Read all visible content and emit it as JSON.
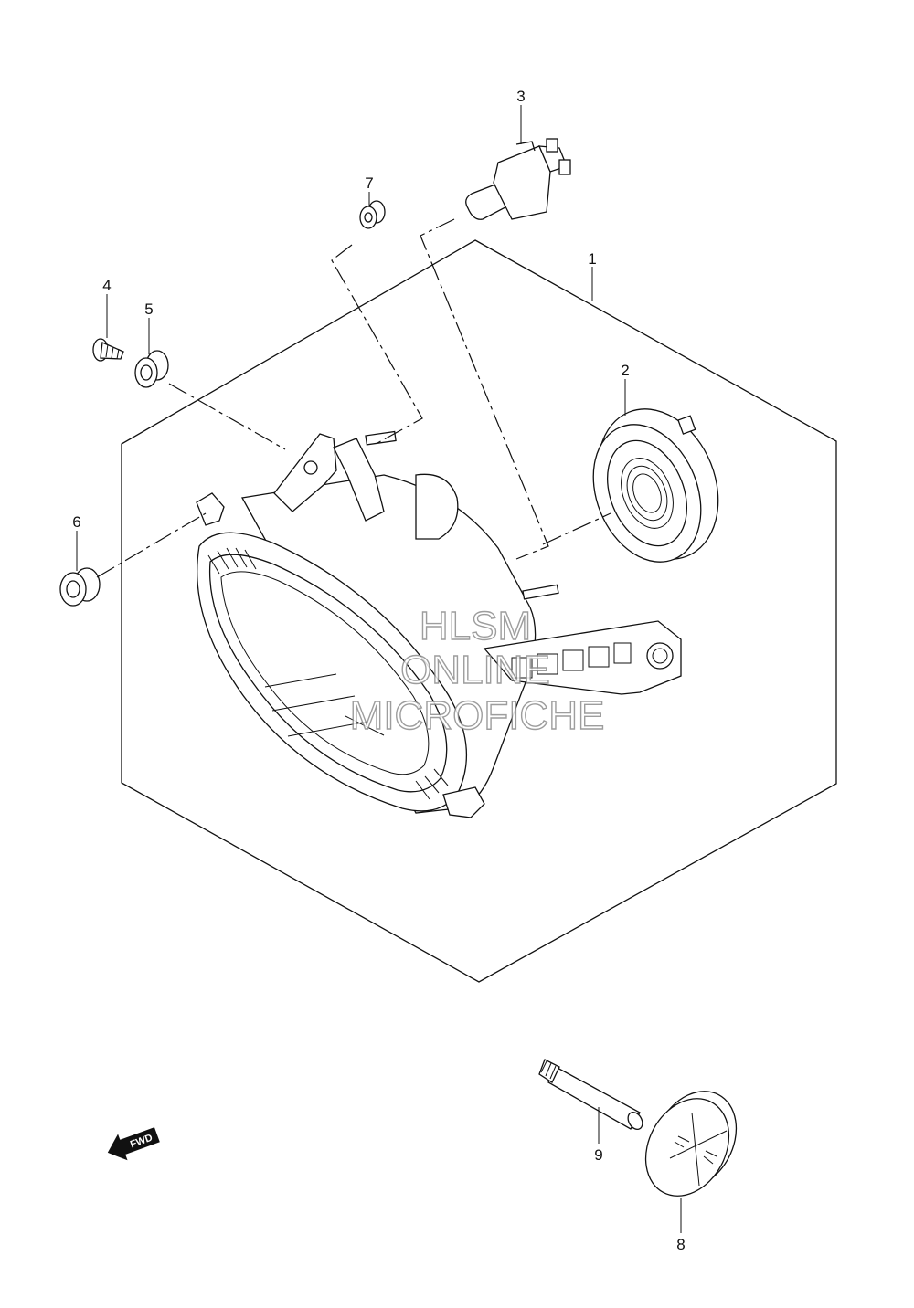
{
  "callouts": [
    {
      "id": "1",
      "label": "1"
    },
    {
      "id": "2",
      "label": "2"
    },
    {
      "id": "3",
      "label": "3"
    },
    {
      "id": "4",
      "label": "4"
    },
    {
      "id": "5",
      "label": "5"
    },
    {
      "id": "6",
      "label": "6"
    },
    {
      "id": "7",
      "label": "7"
    },
    {
      "id": "8",
      "label": "8"
    },
    {
      "id": "9",
      "label": "9"
    }
  ],
  "watermark": {
    "line1": "HLSM",
    "line2": "ONLINE",
    "line3": "MICROFICHE"
  },
  "direction_arrow": {
    "label": "FWD",
    "icon": "forward-arrow-icon"
  }
}
